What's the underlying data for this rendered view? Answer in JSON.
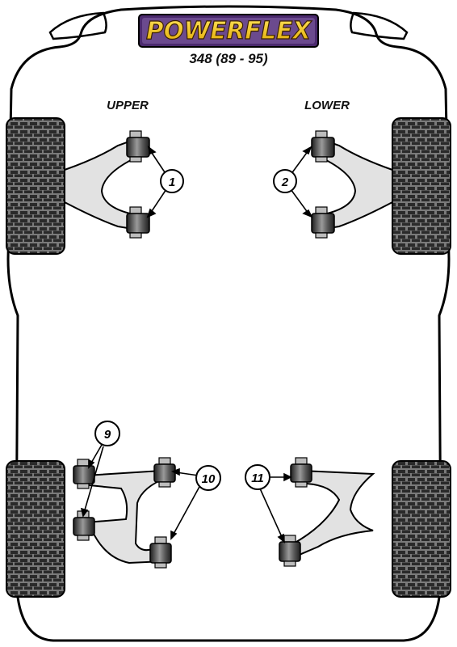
{
  "brand": {
    "logo_text": "POWERFLEX",
    "model": "348 (89 - 95)"
  },
  "sections": {
    "front_left": "UPPER",
    "front_right": "LOWER"
  },
  "callouts": [
    "1",
    "2",
    "9",
    "10",
    "11"
  ],
  "colors": {
    "outline": "#000000",
    "arm_fill": "#e2e2e2",
    "tyre_bg": "#7a7a7a",
    "tyre_block": "#2a2a2a",
    "logo_yellow": "#f2c200",
    "logo_purple": "#4b2a6e",
    "bush_dark": "#2c2c2c",
    "bush_mid": "#8a8a8a"
  },
  "icons": [
    "tyre-tread",
    "polyurethane-bush",
    "wishbone-arm"
  ]
}
